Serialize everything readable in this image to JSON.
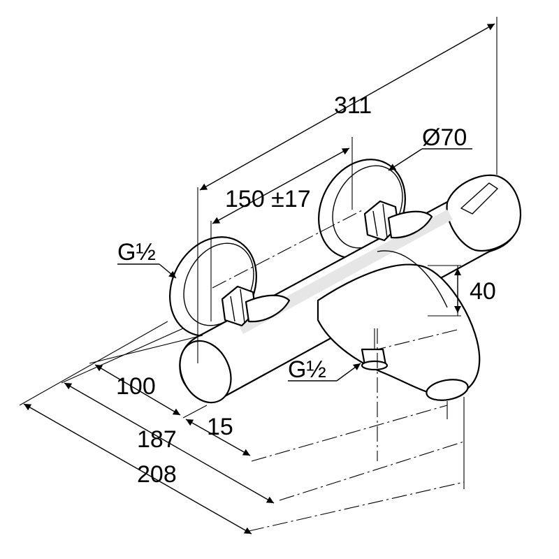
{
  "drawing": {
    "subject": "bath-shower-thermostatic-mixer",
    "units": "mm",
    "dimensions": {
      "overall_length": "311",
      "inlet_spacing": "150 ±17",
      "rosette_diameter": "Ø70",
      "inlet_thread_wall": "G½",
      "outlet_thread": "G½",
      "spout_height": "40",
      "depth_100": "100",
      "depth_15": "15",
      "depth_187": "187",
      "depth_208": "208"
    }
  }
}
